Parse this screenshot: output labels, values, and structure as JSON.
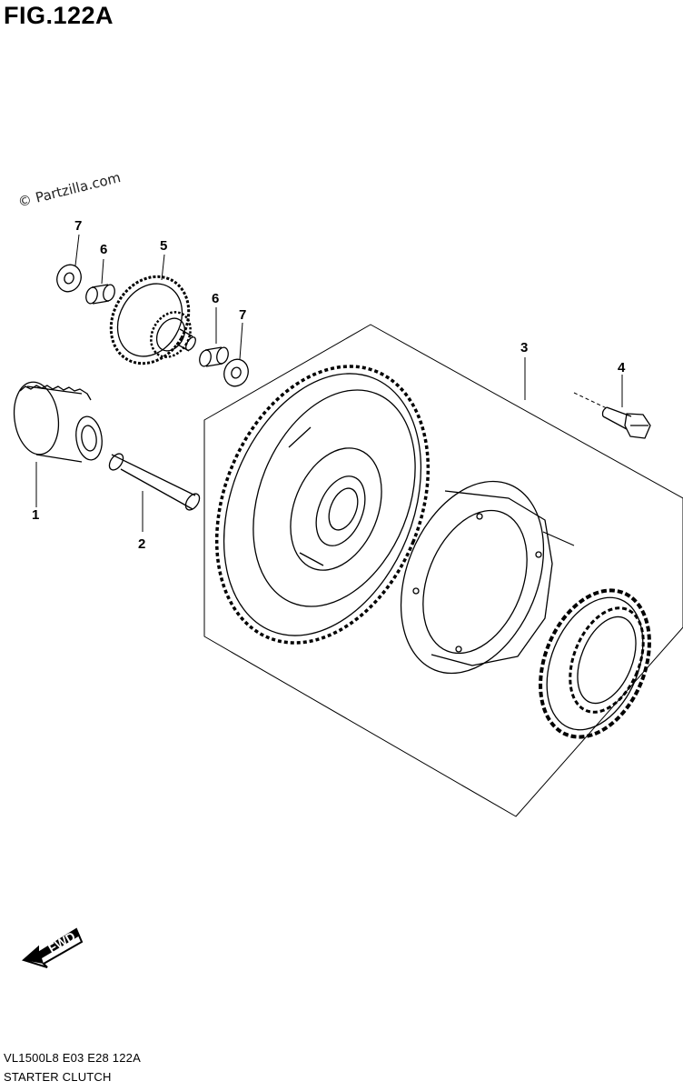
{
  "figure": {
    "title": "FIG.122A"
  },
  "watermark": "© Partzilla.com",
  "callouts": [
    {
      "id": "c1",
      "label": "1"
    },
    {
      "id": "c2",
      "label": "2"
    },
    {
      "id": "c3",
      "label": "3"
    },
    {
      "id": "c4",
      "label": "4"
    },
    {
      "id": "c5",
      "label": "5"
    },
    {
      "id": "c6a",
      "label": "6"
    },
    {
      "id": "c6b",
      "label": "6"
    },
    {
      "id": "c7a",
      "label": "7"
    },
    {
      "id": "c7b",
      "label": "7"
    }
  ],
  "direction_badge": {
    "label": "FWD"
  },
  "footer": {
    "code": "VL1500L8  E03  E28  122A",
    "name": "STARTER CLUTCH"
  }
}
